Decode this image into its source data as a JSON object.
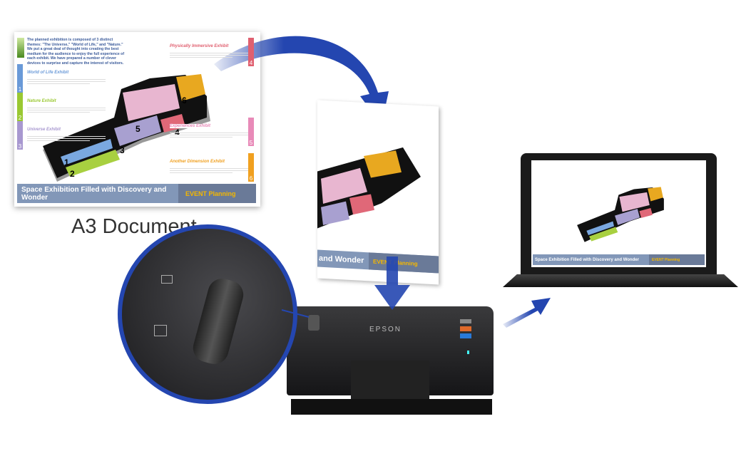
{
  "document": {
    "label": "A3 Document",
    "intro": "The planned exhibition is composed of 3 distinct themes: \"The Universe,\" \"World of Life,\" and \"Nature.\" We put a great deal of thought into creating the best medium for the audience to enjoy the full experience of each exhibit. We have prepared a number of clever devices to surprise and capture the interest of visitors.",
    "sections_left": [
      {
        "title": "World of Life Exhibit",
        "num": "1",
        "color": "#6a9ad8"
      },
      {
        "title": "Nature Exhibit",
        "num": "2",
        "color": "#9ac832"
      },
      {
        "title": "Universe Exhibit",
        "num": "3",
        "color": "#a898d0"
      }
    ],
    "sections_right": [
      {
        "title": "Physically Immersive Exhibit",
        "num": "4",
        "color": "#e06070"
      },
      {
        "title": "Experiences Exhibit",
        "num": "5",
        "color": "#e88ab8"
      },
      {
        "title": "Another Dimension Exhibit",
        "num": "6",
        "color": "#f0a020"
      }
    ],
    "banner_title": "Space Exhibition Filled with Discovery and Wonder",
    "brand": "EVENT Planning",
    "fed_banner_fragment": "and Wonder"
  },
  "scanner": {
    "brand": "EPSON",
    "body_color": "#1c1c1e",
    "buttons": [
      "#888888",
      "#e06a2a",
      "#2a7ad8"
    ]
  },
  "colors": {
    "arrow": "#2446b0",
    "inset_ring": "#2446b0"
  }
}
